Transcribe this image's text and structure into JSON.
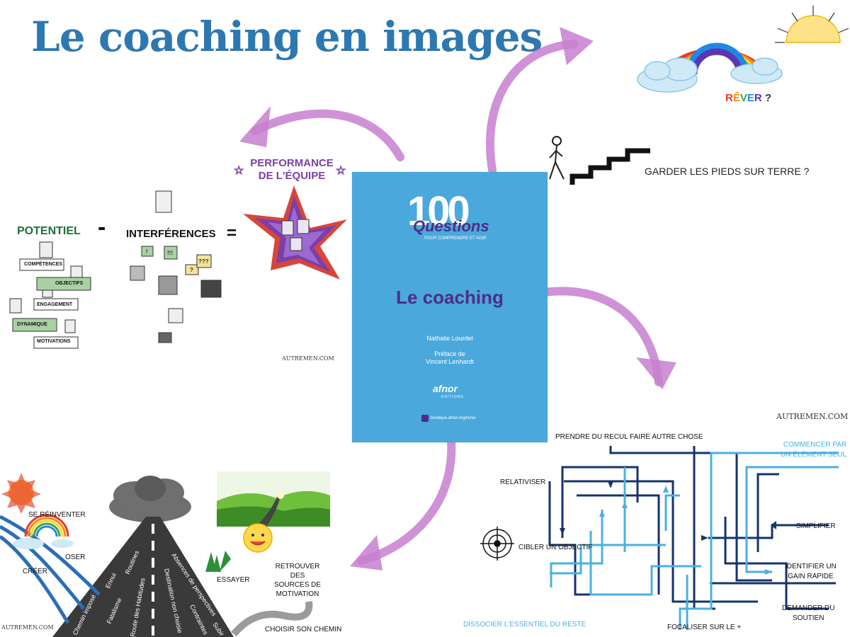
{
  "title": "Le coaching en images",
  "book": {
    "logo_number": "100",
    "logo_word": "Questions",
    "logo_tag": "POUR COMPRENDRE ET AGIR",
    "title": "Le coaching",
    "author": "Nathalie Lourdel",
    "preface_label": "Préface de",
    "preface_author": "Vincent Lenhardt",
    "publisher": "afnor",
    "publisher_sub": "EDITIONS",
    "url": "boutique.afnor.org/livres"
  },
  "top_left": {
    "performance_line1": "PERFORMANCE",
    "performance_line2": "DE L'ÉQUIPE",
    "potentiel": "POTENTIEL",
    "minus": "-",
    "interferences": "INTERFÉRENCES",
    "equals": "=",
    "tags": [
      "COMPÉTENCES",
      "OBJECTIFS",
      "ENGAGEMENT",
      "DYNAMIQUE",
      "MOTIVATIONS"
    ],
    "bubbles": [
      "!",
      "!!!",
      "?",
      "???"
    ],
    "credit": "AUTREMEN.COM"
  },
  "top_right": {
    "rever": "RÊVER ?",
    "pieds": "GARDER LES PIEDS SUR TERRE ?"
  },
  "bottom_left": {
    "labels": {
      "reinventer": "SE RÉINVENTER",
      "oser": "OSER",
      "creer": "CRÉER",
      "essayer": "ESSAYER",
      "retrouver1": "RETROUVER DES",
      "retrouver2": "SOURCES DE",
      "retrouver3": "MOTIVATION",
      "choisir": "CHOISIR SON CHEMIN"
    },
    "road_words": [
      "Chemin imposé",
      "Ennui",
      "Routines",
      "Fatalisme",
      "Route des Habitudes",
      "Destination non choisie",
      "Absences de perspectives",
      "Contraintes",
      "Subir"
    ],
    "credit": "AUTREMEN.COM"
  },
  "bottom_right": {
    "credit": "AUTREMEN.COM",
    "prendre": "PRENDRE DU RECUL FAIRE AUTRE CHOSE",
    "commencer1": "COMMENCER PAR",
    "commencer2": "UN ÉLÉMENT SEUL",
    "relativiser": "RELATIVISER",
    "simplifier": "SIMPLIFIER",
    "cibler": "CIBLER UN OBJECTIF",
    "identifier1": "IDENTIFIER UN",
    "identifier2": "GAIN RAPIDE",
    "demander1": "DEMANDER DU",
    "demander2": "SOUTIEN",
    "dissocier": "DISSOCIER L'ESSENTIEL DU RESTE",
    "focaliser": "FOCALISER SUR LE +"
  },
  "colors": {
    "title": "#2d78b1",
    "arrow": "#c77fcf",
    "book_bg": "#4aa8dc",
    "book_text": "#4e2d86",
    "purple": "#7b3fa7",
    "maze_dark": "#16336c",
    "maze_light": "#4ab0e3"
  }
}
